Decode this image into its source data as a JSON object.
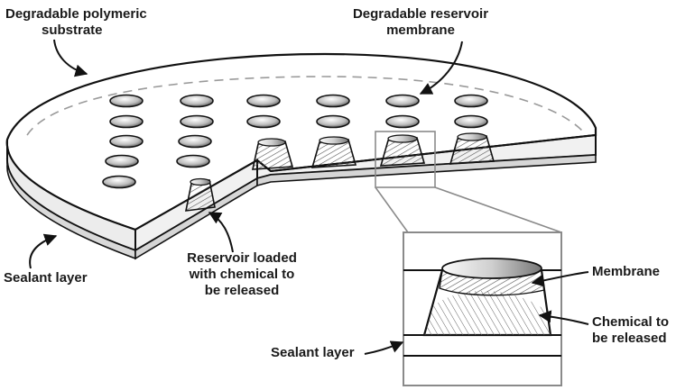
{
  "labels": {
    "substrate": [
      "Degradable polymeric",
      "substrate"
    ],
    "reservoir_membrane": [
      "Degradable reservoir",
      "membrane"
    ],
    "sealant_main": "Sealant layer",
    "reservoir_loaded": [
      "Reservoir loaded",
      "with chemical to",
      "be released"
    ],
    "membrane": "Membrane",
    "chemical": [
      "Chemical to",
      "be released"
    ],
    "sealant_detail": "Sealant layer"
  },
  "colors": {
    "line": "#111111",
    "grid_dash": "#9a9a9a",
    "inset_frame": "#8a8a8a",
    "reservoir_fill": "#e9e9e9",
    "hatch": "#555555"
  }
}
